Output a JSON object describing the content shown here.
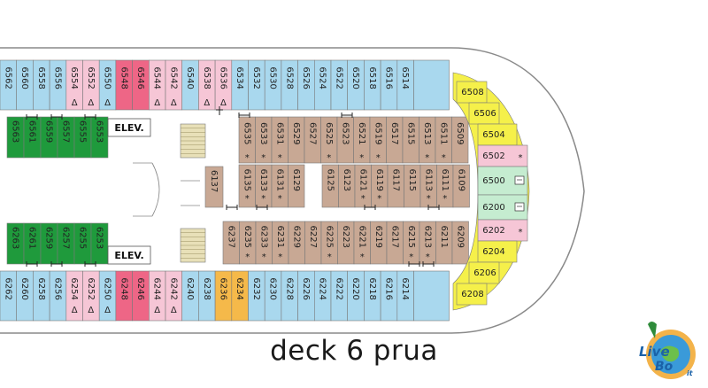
{
  "title": "deck 6 prua",
  "elevator_label": "ELEV.",
  "colors": {
    "blue": "#a9d8ee",
    "pink": "#f6c6d6",
    "red": "#ee6686",
    "green": "#1f9a3c",
    "tan": "#c8a894",
    "yellow": "#f5f04a",
    "orange": "#f5b94a",
    "hull": "#8a8a8a"
  },
  "symbols": {
    "triangle": "Δ",
    "star": "*"
  },
  "logo": {
    "live": "Live",
    "boat": "Bo",
    "it": "it"
  },
  "top_row": [
    {
      "n": "6562",
      "c": "blue"
    },
    {
      "n": "6560",
      "c": "blue"
    },
    {
      "n": "6558",
      "c": "blue"
    },
    {
      "n": "6556",
      "c": "blue"
    },
    {
      "n": "6554",
      "c": "pink",
      "s": "Δ"
    },
    {
      "n": "6552",
      "c": "pink",
      "s": "Δ"
    },
    {
      "n": "6550",
      "c": "blue",
      "s": "Δ"
    },
    {
      "n": "6548",
      "c": "red"
    },
    {
      "n": "6546",
      "c": "red"
    },
    {
      "n": "6544",
      "c": "pink",
      "s": "Δ"
    },
    {
      "n": "6542",
      "c": "pink",
      "s": "Δ"
    },
    {
      "n": "6540",
      "c": "blue"
    },
    {
      "n": "6538",
      "c": "pink",
      "s": "Δ"
    },
    {
      "n": "6536",
      "c": "pink",
      "s": "Δ"
    },
    {
      "n": "6534",
      "c": "blue"
    },
    {
      "n": "6532",
      "c": "blue"
    },
    {
      "n": "6530",
      "c": "blue"
    },
    {
      "n": "6528",
      "c": "blue"
    },
    {
      "n": "6526",
      "c": "blue"
    },
    {
      "n": "6524",
      "c": "blue"
    },
    {
      "n": "6522",
      "c": "blue"
    },
    {
      "n": "6520",
      "c": "blue"
    },
    {
      "n": "6518",
      "c": "blue"
    },
    {
      "n": "6516",
      "c": "blue"
    },
    {
      "n": "6514",
      "c": "blue"
    }
  ],
  "bottom_row": [
    {
      "n": "6262",
      "c": "blue"
    },
    {
      "n": "6260",
      "c": "blue"
    },
    {
      "n": "6258",
      "c": "blue"
    },
    {
      "n": "6256",
      "c": "blue"
    },
    {
      "n": "6254",
      "c": "pink",
      "s": "Δ"
    },
    {
      "n": "6252",
      "c": "pink",
      "s": "Δ"
    },
    {
      "n": "6250",
      "c": "blue",
      "s": "Δ"
    },
    {
      "n": "6248",
      "c": "red"
    },
    {
      "n": "6246",
      "c": "red"
    },
    {
      "n": "6244",
      "c": "pink",
      "s": "Δ"
    },
    {
      "n": "6242",
      "c": "pink",
      "s": "Δ"
    },
    {
      "n": "6240",
      "c": "blue"
    },
    {
      "n": "6238",
      "c": "blue"
    },
    {
      "n": "6236",
      "c": "orange"
    },
    {
      "n": "6234",
      "c": "orange"
    },
    {
      "n": "6232",
      "c": "blue"
    },
    {
      "n": "6230",
      "c": "blue"
    },
    {
      "n": "6228",
      "c": "blue"
    },
    {
      "n": "6226",
      "c": "blue"
    },
    {
      "n": "6224",
      "c": "blue"
    },
    {
      "n": "6222",
      "c": "blue"
    },
    {
      "n": "6220",
      "c": "blue"
    },
    {
      "n": "6218",
      "c": "blue"
    },
    {
      "n": "6216",
      "c": "blue"
    },
    {
      "n": "6214",
      "c": "blue"
    }
  ],
  "green_upper": [
    "6563",
    "6561",
    "6559",
    "6557",
    "6555",
    "6553"
  ],
  "green_lower": [
    "6263",
    "6261",
    "6259",
    "6257",
    "6255",
    "6253"
  ],
  "inner_upper_top": [
    {
      "n": "6535",
      "s": "*"
    },
    {
      "n": "6533",
      "s": "*"
    },
    {
      "n": "6531",
      "s": "*"
    },
    {
      "n": "6529"
    },
    {
      "n": "6527"
    },
    {
      "n": "6525",
      "s": "*"
    },
    {
      "n": "6523"
    },
    {
      "n": "6521",
      "s": "*"
    },
    {
      "n": "6519",
      "s": "*"
    },
    {
      "n": "6517"
    },
    {
      "n": "6515"
    },
    {
      "n": "6513",
      "s": "*"
    },
    {
      "n": "6511",
      "s": "*"
    },
    {
      "n": "6509"
    }
  ],
  "inner_upper_bottom_left": [
    {
      "n": "6135",
      "s": "*"
    },
    {
      "n": "6133",
      "s": "*"
    },
    {
      "n": "6131",
      "s": "*"
    },
    {
      "n": "6129"
    }
  ],
  "inner_upper_bottom_right": [
    {
      "n": "6125"
    },
    {
      "n": "6123"
    },
    {
      "n": "6121",
      "s": "*"
    },
    {
      "n": "6119",
      "s": "*"
    },
    {
      "n": "6117"
    },
    {
      "n": "6115"
    },
    {
      "n": "6113",
      "s": "*"
    },
    {
      "n": "6111",
      "s": "*"
    },
    {
      "n": "6109"
    }
  ],
  "single_cabin": "6137",
  "inner_lower": [
    {
      "n": "6237"
    },
    {
      "n": "6235",
      "s": "*"
    },
    {
      "n": "6233",
      "s": "*"
    },
    {
      "n": "6231",
      "s": "*"
    },
    {
      "n": "6229"
    },
    {
      "n": "6227"
    },
    {
      "n": "6225",
      "s": "*"
    },
    {
      "n": "6223"
    },
    {
      "n": "6221",
      "s": "*"
    },
    {
      "n": "6219"
    },
    {
      "n": "6217"
    },
    {
      "n": "6215",
      "s": "*"
    },
    {
      "n": "6213",
      "s": "*"
    },
    {
      "n": "6211"
    },
    {
      "n": "6209"
    }
  ],
  "bow": [
    {
      "n": "6508",
      "c": "yellow"
    },
    {
      "n": "6506",
      "c": "yellow"
    },
    {
      "n": "6504",
      "c": "yellow"
    },
    {
      "n": "6502",
      "c": "pink",
      "s": "*"
    },
    {
      "n": "6500",
      "c": "green_light",
      "icon": "suite-icon"
    },
    {
      "n": "6200",
      "c": "green_light",
      "icon": "suite-icon"
    },
    {
      "n": "6202",
      "c": "pink",
      "s": "*"
    },
    {
      "n": "6204",
      "c": "yellow"
    },
    {
      "n": "6206",
      "c": "yellow"
    },
    {
      "n": "6208",
      "c": "yellow"
    }
  ]
}
